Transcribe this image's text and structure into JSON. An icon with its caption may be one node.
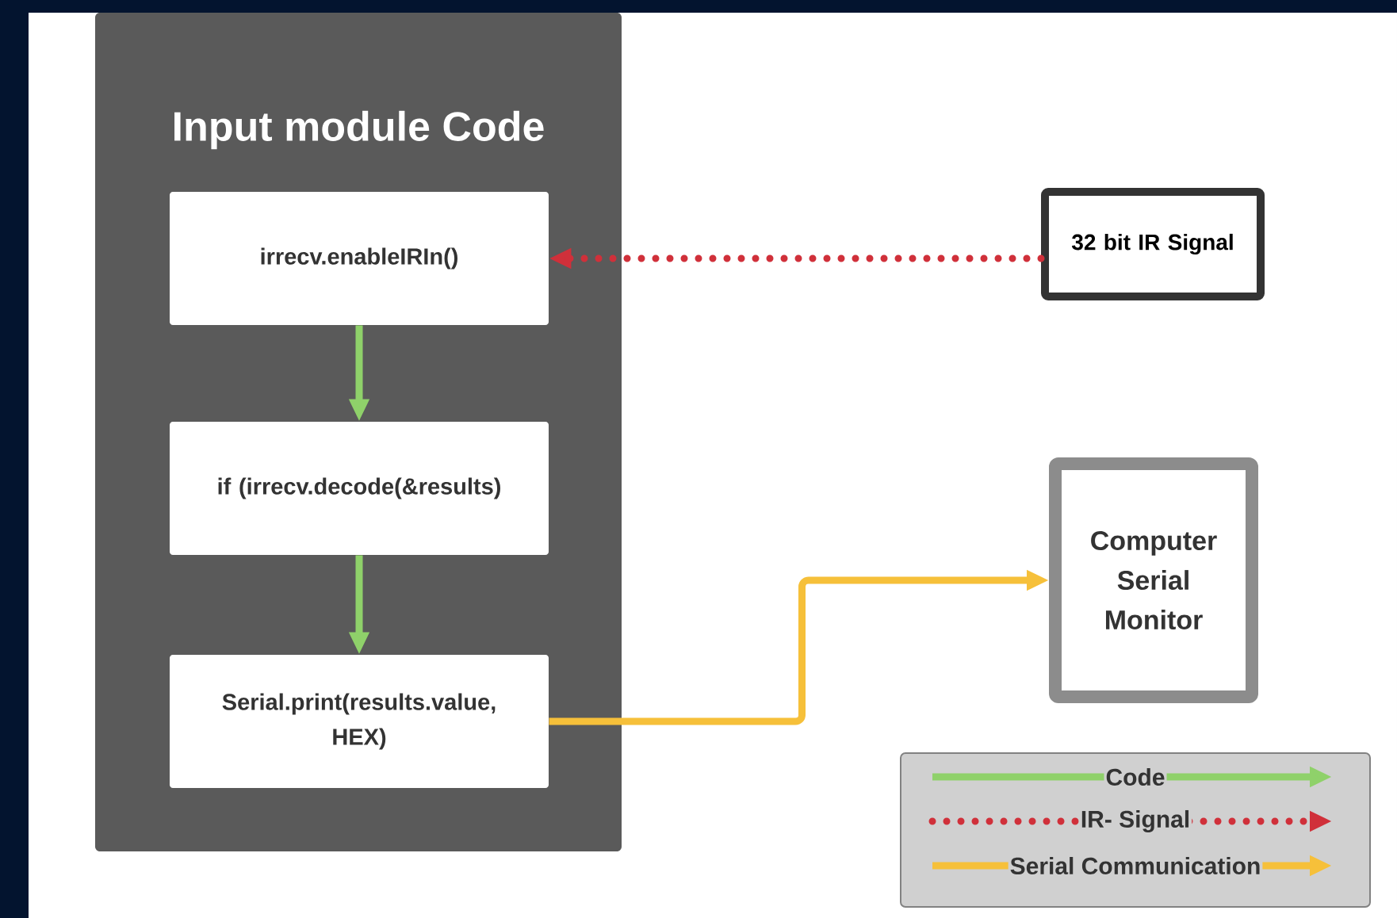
{
  "diagram": {
    "nodes": [
      {
        "text": [
          "Input module Code"
        ]
      },
      {
        "text": [
          "irrecv.enableIRIn()"
        ],
        "in": 0
      },
      {
        "text": [
          "if  (irrecv.decode(&results)"
        ],
        "in": 0
      },
      {
        "text": [
          "Serial.print(results.value, HEX)"
        ],
        "in": 0
      },
      {
        "text": [
          "32 bit IR Signal"
        ]
      },
      {
        "text": [
          "Computer Serial Monitor"
        ]
      }
    ],
    "edges": [
      {
        "from": 1,
        "to": 2,
        "arrow": "to",
        "color": "#8fd16a"
      },
      {
        "from": 2,
        "to": 3,
        "arrow": "to",
        "color": "#8fd16a"
      },
      {
        "from": 4,
        "to": 1,
        "arrow": "to",
        "style": "dashed",
        "color": "#d0303a"
      },
      {
        "from": 3,
        "to": 5,
        "arrow": "to",
        "color": "#f6c03a"
      }
    ],
    "legend": [
      {
        "text": "Code"
      },
      {
        "text": "IR- Signal"
      },
      {
        "text": "Serial Communication"
      }
    ]
  }
}
